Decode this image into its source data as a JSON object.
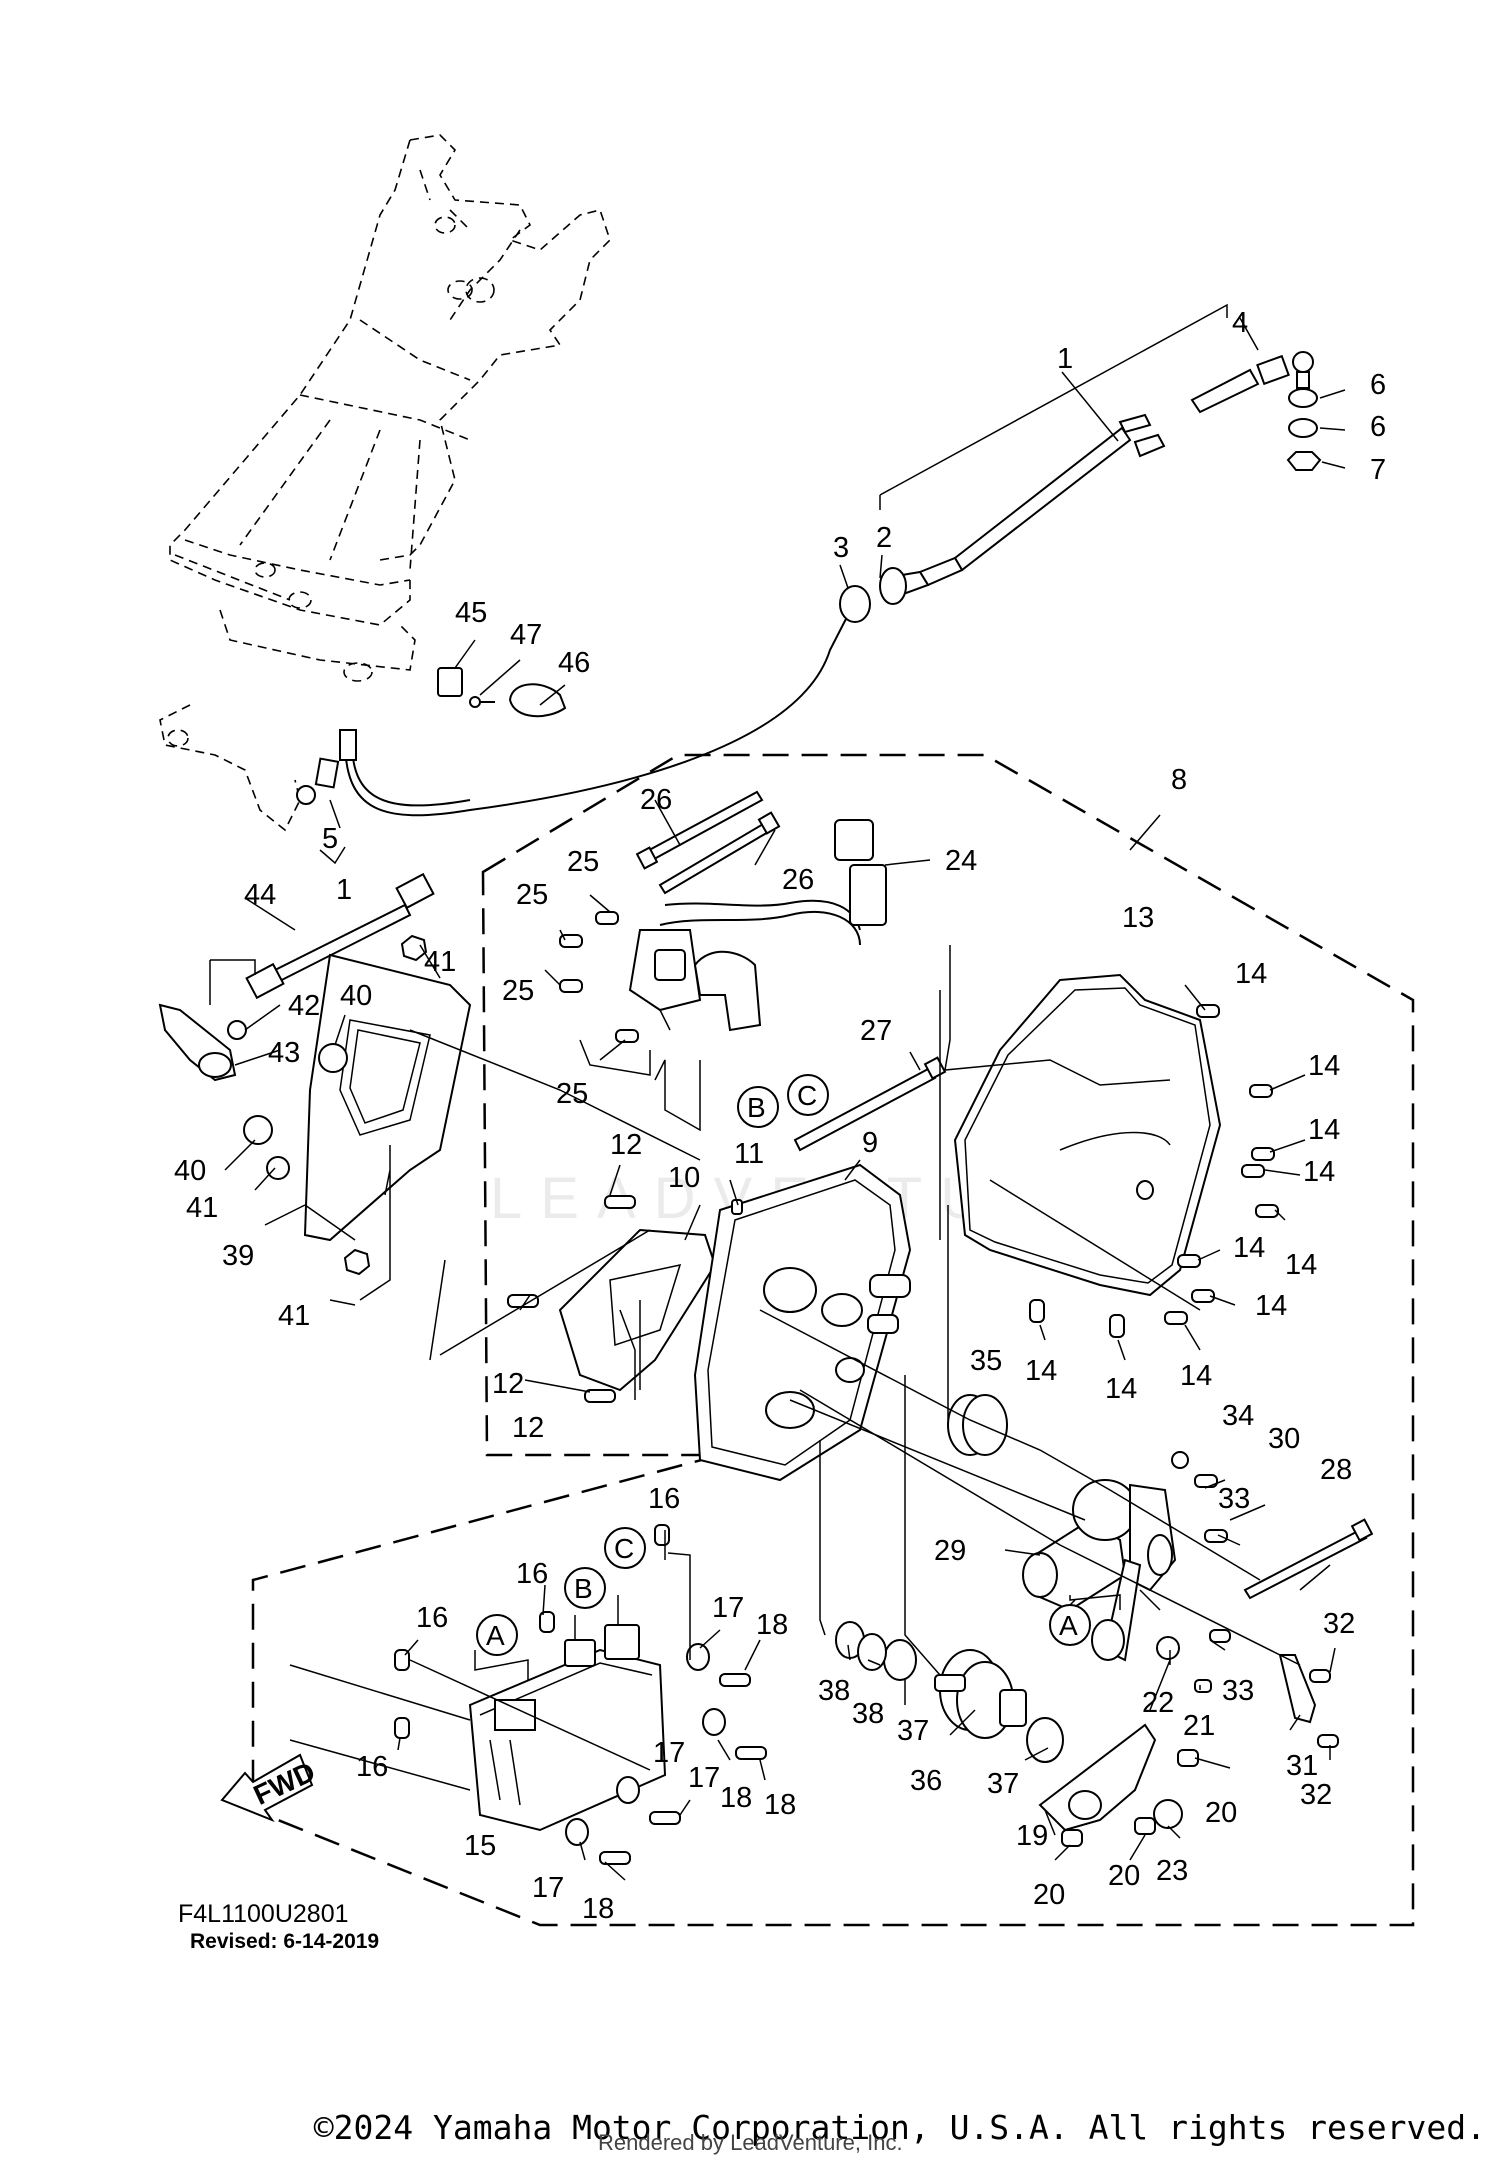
{
  "diagram": {
    "code": "F4L1100U2801",
    "revised": "Revised: 6-14-2019",
    "copyright": "©2024 Yamaha Motor Corporation, U.S.A. All rights reserved.",
    "rendered_by": "Rendered by LeadVenture, Inc.",
    "watermark": "LEADVENTURE",
    "fwd_label": "FWD",
    "letters": {
      "A": "A",
      "B": "B",
      "C": "C"
    },
    "callouts": {
      "n1": "1",
      "n2": "2",
      "n3": "3",
      "n4": "4",
      "n5": "5",
      "n6": "6",
      "n7": "7",
      "n8": "8",
      "n9": "9",
      "n10": "10",
      "n11": "11",
      "n12": "12",
      "n13": "13",
      "n14": "14",
      "n15": "15",
      "n16": "16",
      "n17": "17",
      "n18": "18",
      "n19": "19",
      "n20": "20",
      "n21": "21",
      "n22": "22",
      "n23": "23",
      "n24": "24",
      "n25": "25",
      "n26": "26",
      "n27": "27",
      "n28": "28",
      "n29": "29",
      "n30": "30",
      "n31": "31",
      "n32": "32",
      "n33": "33",
      "n34": "34",
      "n35": "35",
      "n36": "36",
      "n37": "37",
      "n38": "38",
      "n39": "39",
      "n40": "40",
      "n41": "41",
      "n42": "42",
      "n43": "43",
      "n44": "44",
      "n45": "45",
      "n46": "46",
      "n47": "47"
    }
  }
}
